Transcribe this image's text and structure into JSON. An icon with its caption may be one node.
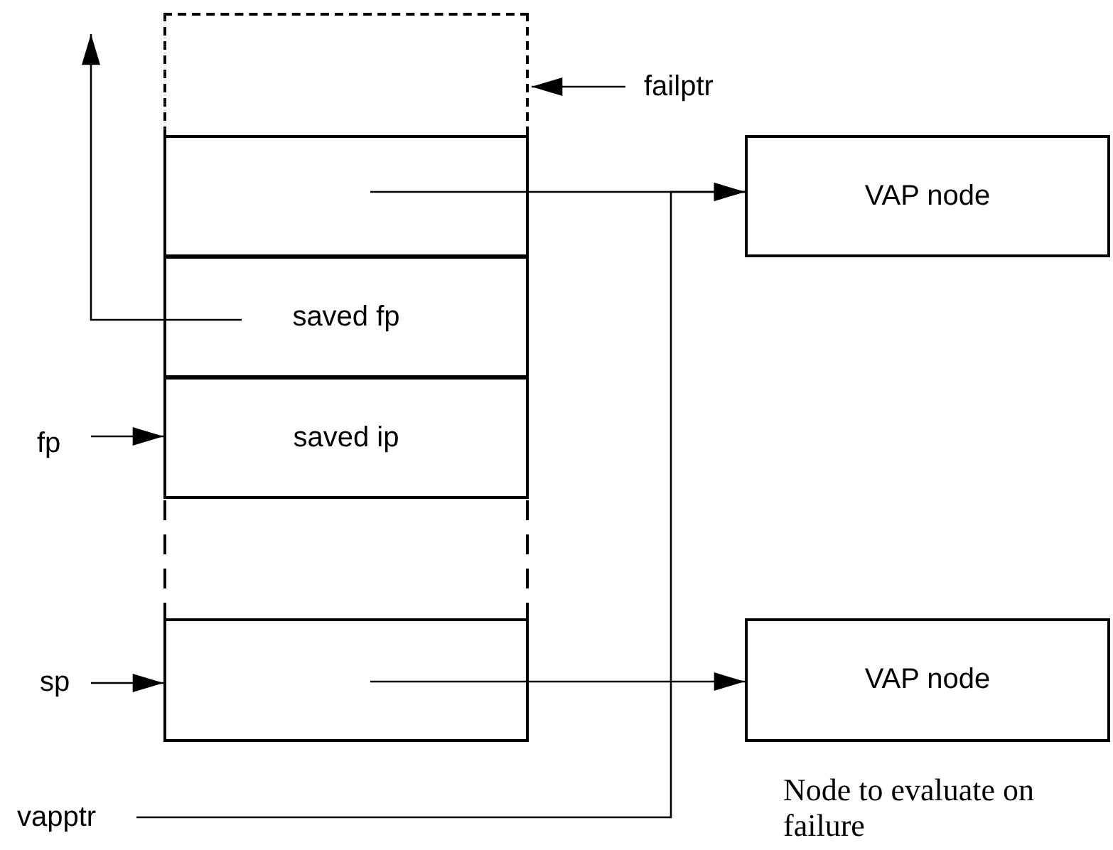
{
  "diagram": {
    "nodes": [
      {
        "text": [],
        "shape": "box"
      },
      {
        "text": [
          "failptr"
        ]
      },
      {
        "text": [],
        "shape": "box"
      },
      {
        "text": [
          "VAP node"
        ]
      },
      {
        "text": [
          "saved fp"
        ]
      },
      {
        "text": [
          "fp"
        ]
      },
      {
        "text": [
          "saved ip"
        ]
      },
      {
        "text": [
          "sp"
        ]
      },
      {
        "text": [],
        "shape": "box"
      },
      {
        "text": [
          "VAP node"
        ],
        "beside": [
          "Node to evaluate on failure"
        ]
      },
      {
        "text": [
          "vapptr"
        ]
      }
    ],
    "edges": [
      {
        "from": 1,
        "to": 0,
        "arrow": "to"
      },
      {
        "from": 2,
        "to": 3,
        "arrow": "to"
      },
      {
        "from": 4,
        "to": null,
        "arrow": "to"
      },
      {
        "from": 5,
        "to": 6,
        "arrow": "to"
      },
      {
        "from": 7,
        "to": 8,
        "arrow": "to"
      },
      {
        "from": 8,
        "to": 9,
        "arrow": "to"
      },
      {
        "from": 10,
        "to": 3,
        "arrow": "to"
      }
    ]
  }
}
